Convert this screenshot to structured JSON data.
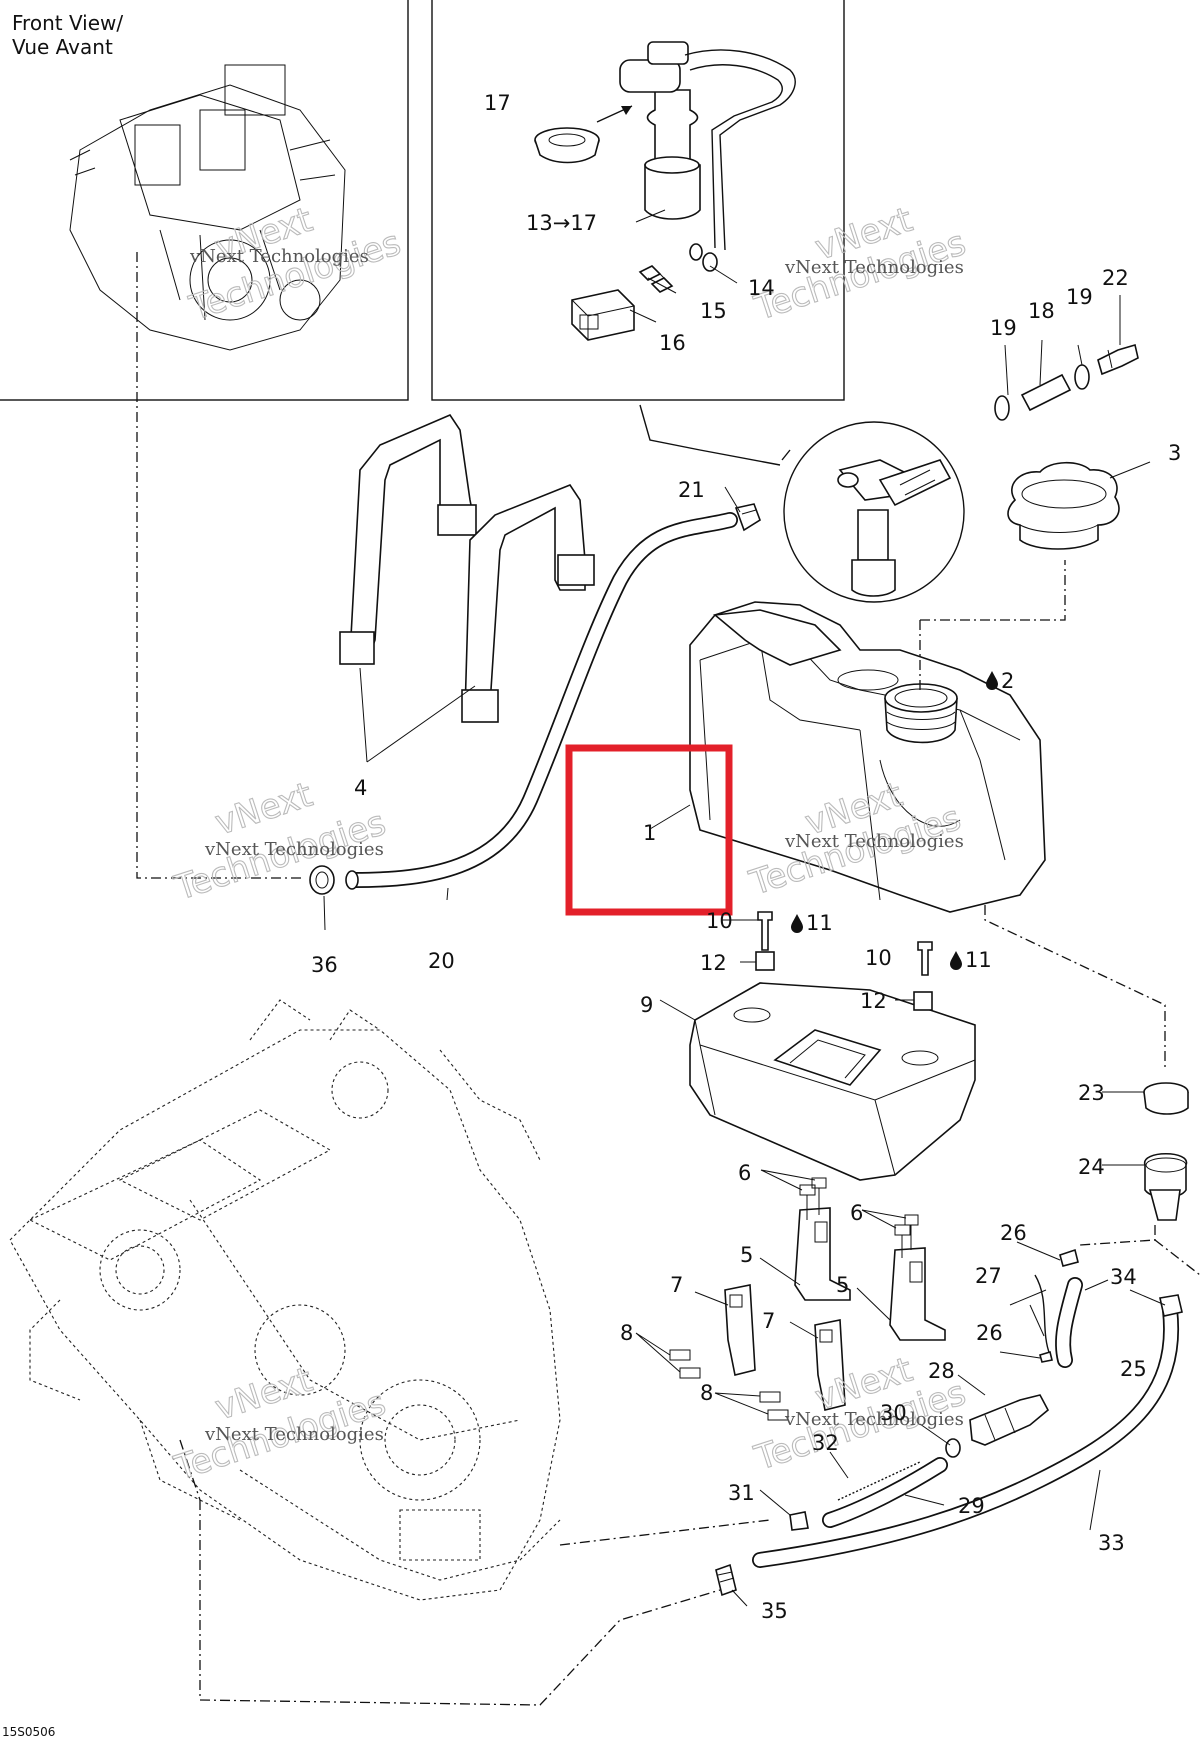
{
  "figure": {
    "front_view_label": [
      "Front View/",
      "Vue Avant"
    ],
    "drawing_code": "15S0506",
    "watermark_line1": "vNext",
    "watermark_line2": "Technologies",
    "watermark_small": "vNext Technologies",
    "highlight_color": "#e3202a",
    "drop_icon": "oil-drop-icon"
  },
  "callouts": {
    "c1": "1",
    "c2": "2",
    "c3": "3",
    "c4": "4",
    "c5a": "5",
    "c5b": "5",
    "c6a": "6",
    "c6b": "6",
    "c7a": "7",
    "c7b": "7",
    "c8a": "8",
    "c8b": "8",
    "c9": "9",
    "c10a": "10",
    "c10b": "10",
    "c11a": "11",
    "c11b": "11",
    "c12a": "12",
    "c12b": "12",
    "c13": "13→17",
    "c14": "14",
    "c15": "15",
    "c16": "16",
    "c17": "17",
    "c18": "18",
    "c19a": "19",
    "c19b": "19",
    "c20": "20",
    "c21": "21",
    "c22": "22",
    "c23": "23",
    "c24": "24",
    "c25": "25",
    "c26a": "26",
    "c26b": "26",
    "c27": "27",
    "c28": "28",
    "c29": "29",
    "c30": "30",
    "c31": "31",
    "c32": "32",
    "c33": "33",
    "c34": "34",
    "c35": "35",
    "c36": "36"
  }
}
